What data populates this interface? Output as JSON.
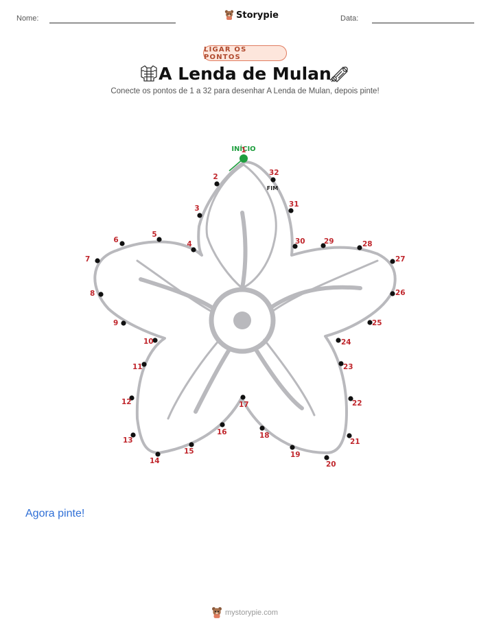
{
  "header": {
    "name_label": "Nome:",
    "date_label": "Data:",
    "brand": "Storypie"
  },
  "badge": "LIGAR OS PONTOS",
  "title": "A Lenda de Mulan",
  "subtitle": "Conecte os pontos de 1 a 32 para desenhar A Lenda de Mulan, depois pinte!",
  "puzzle": {
    "start_label": "INÍCIO",
    "end_label": "FIM",
    "dots": [
      {
        "n": "1"
      },
      {
        "n": "2"
      },
      {
        "n": "3"
      },
      {
        "n": "4"
      },
      {
        "n": "5"
      },
      {
        "n": "6"
      },
      {
        "n": "7"
      },
      {
        "n": "8"
      },
      {
        "n": "9"
      },
      {
        "n": "10"
      },
      {
        "n": "11"
      },
      {
        "n": "12"
      },
      {
        "n": "13"
      },
      {
        "n": "14"
      },
      {
        "n": "15"
      },
      {
        "n": "16"
      },
      {
        "n": "17"
      },
      {
        "n": "18"
      },
      {
        "n": "19"
      },
      {
        "n": "20"
      },
      {
        "n": "21"
      },
      {
        "n": "22"
      },
      {
        "n": "23"
      },
      {
        "n": "24"
      },
      {
        "n": "25"
      },
      {
        "n": "26"
      },
      {
        "n": "27"
      },
      {
        "n": "28"
      },
      {
        "n": "29"
      },
      {
        "n": "30"
      },
      {
        "n": "31"
      },
      {
        "n": "32"
      }
    ]
  },
  "colors": {
    "number": "#c0272d",
    "start": "#1e9e3e",
    "outline": "#b9b9bd"
  },
  "prompt": "Agora pinte!",
  "footer": "mystorypie.com"
}
